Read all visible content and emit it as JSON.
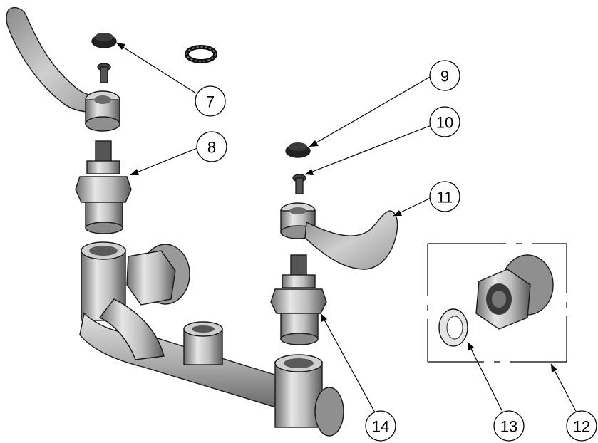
{
  "callouts": [
    {
      "label": "7"
    },
    {
      "label": "8"
    },
    {
      "label": "9"
    },
    {
      "label": "10"
    },
    {
      "label": "11"
    },
    {
      "label": "12"
    },
    {
      "label": "13"
    },
    {
      "label": "14"
    }
  ],
  "colors": {
    "part_light": "#d9d9d9",
    "part_mid": "#a6a6a6",
    "part_dark": "#555555",
    "part_black": "#111111",
    "line": "#000000"
  }
}
